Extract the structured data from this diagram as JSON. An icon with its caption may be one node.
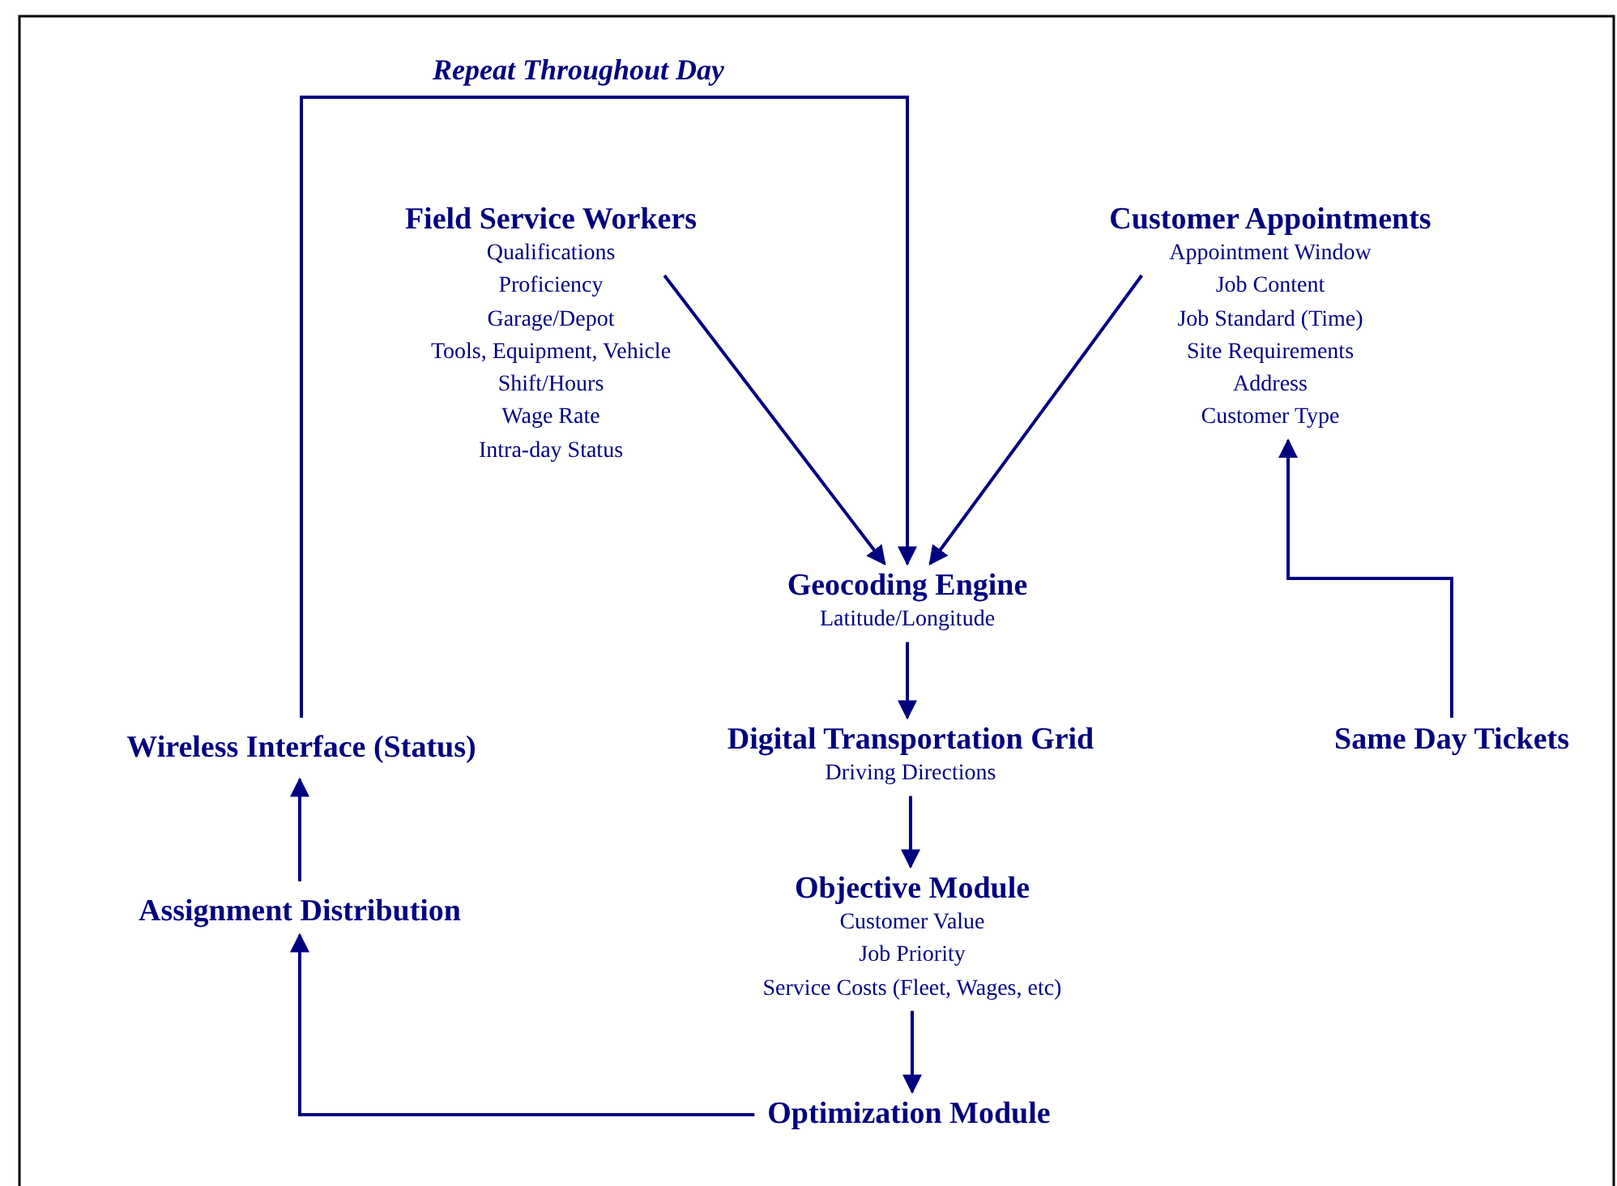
{
  "diagram": {
    "nodes": [
      {
        "text": [
          "Field Service Workers",
          "Qualifications",
          "Proficiency",
          "Garage/Depot",
          "Tools, Equipment, Vehicle",
          "Shift/Hours",
          "Wage Rate",
          "Intra-day Status"
        ]
      },
      {
        "text": [
          "Customer Appointments",
          "Appointment Window",
          "Job Content",
          "Job Standard (Time)",
          "Site Requirements",
          "Address",
          "Customer Type"
        ]
      },
      {
        "text": [
          "Geocoding Engine",
          "Latitude/Longitude"
        ]
      },
      {
        "text": [
          "Digital Transportation Grid",
          "Driving Directions"
        ]
      },
      {
        "text": [
          "Objective Module",
          "Customer Value",
          "Job Priority",
          "Service Costs (Fleet, Wages, etc)"
        ]
      },
      {
        "text": [
          "Optimization Module"
        ]
      },
      {
        "text": [
          "Assignment Distribution"
        ]
      },
      {
        "text": [
          "Wireless Interface (Status)"
        ]
      },
      {
        "text": [
          "Same Day Tickets"
        ]
      }
    ],
    "edges": [
      {
        "from": 0,
        "to": 2,
        "arrow": "to"
      },
      {
        "from": 1,
        "to": 2,
        "arrow": "to"
      },
      {
        "from": 2,
        "to": 3,
        "arrow": "to"
      },
      {
        "from": 3,
        "to": 4,
        "arrow": "to"
      },
      {
        "from": 4,
        "to": 5,
        "arrow": "to"
      },
      {
        "from": 5,
        "to": 6,
        "arrow": "to"
      },
      {
        "from": 6,
        "to": 7,
        "arrow": "to"
      },
      {
        "from": 7,
        "to": 2,
        "arrow": "to",
        "label": "Repeat Throughout Day"
      },
      {
        "from": 8,
        "to": 1,
        "arrow": "to"
      }
    ]
  }
}
